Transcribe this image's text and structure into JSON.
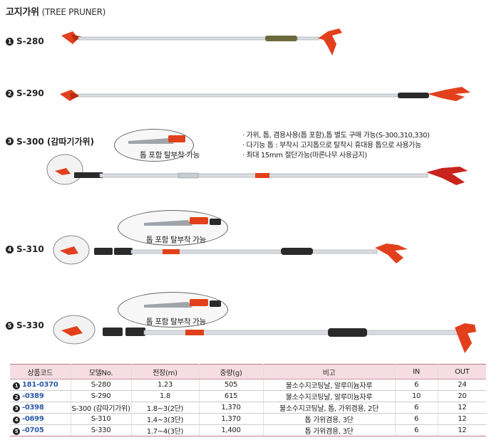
{
  "title": {
    "main": "고지가위",
    "sub": "(TREE PRUNER)"
  },
  "models": [
    {
      "num": "1",
      "name": "S-280"
    },
    {
      "num": "2",
      "name": "S-290"
    },
    {
      "num": "3",
      "name": "S-300 (감따기가위)"
    },
    {
      "num": "4",
      "name": "S-310"
    },
    {
      "num": "5",
      "name": "S-330"
    }
  ],
  "notes": [
    "· 가위, 톱, 겸용사용(톱 포함),톱 별도 구매 가능(S-300,310,330)",
    "· 다기능 톱 : 부착시 고지톱으로 탈착시 휴대용 톱으로 사용가능",
    "· 최대 15mm 절단가능(마른나무 사용금지)"
  ],
  "bubble_text": "톱 포함 탈부착 가능",
  "table": {
    "headers": [
      "상품코드",
      "모델No.",
      "전장(m)",
      "중량(g)",
      "비고",
      "IN",
      "OUT"
    ],
    "rows": [
      {
        "num": "1",
        "code": "181-0370",
        "model": "S-280",
        "length": "1.23",
        "weight": "505",
        "note": "불소수지코팅날, 알루미늄자루",
        "in": "6",
        "out": "24"
      },
      {
        "num": "2",
        "code": "-0389",
        "model": "S-290",
        "length": "1.8",
        "weight": "615",
        "note": "불소수지코팅날, 알루미늄자루",
        "in": "10",
        "out": "20"
      },
      {
        "num": "3",
        "code": "-0398",
        "model": "S-300 (감따기가위)",
        "length": "1.8~3(2단)",
        "weight": "1,370",
        "note": "불소수지코팅날, 톱, 가위겸용, 2단",
        "in": "6",
        "out": "12"
      },
      {
        "num": "4",
        "code": "-0699",
        "model": "S-310",
        "length": "1.4~3(3단)",
        "weight": "1,370",
        "note": "톱 가위겸용, 3단",
        "in": "6",
        "out": "12"
      },
      {
        "num": "5",
        "code": "-0705",
        "model": "S-330",
        "length": "1.7~4(3단)",
        "weight": "1,400",
        "note": "톱 가위겸용, 3단",
        "in": "6",
        "out": "12"
      }
    ]
  },
  "colors": {
    "blade_red": "#e2401c",
    "pole_silver": "#d9dde0",
    "grip_dark": "#2a2a2a",
    "grip_olive": "#6c6a3a",
    "table_header": "#f6dde4"
  }
}
